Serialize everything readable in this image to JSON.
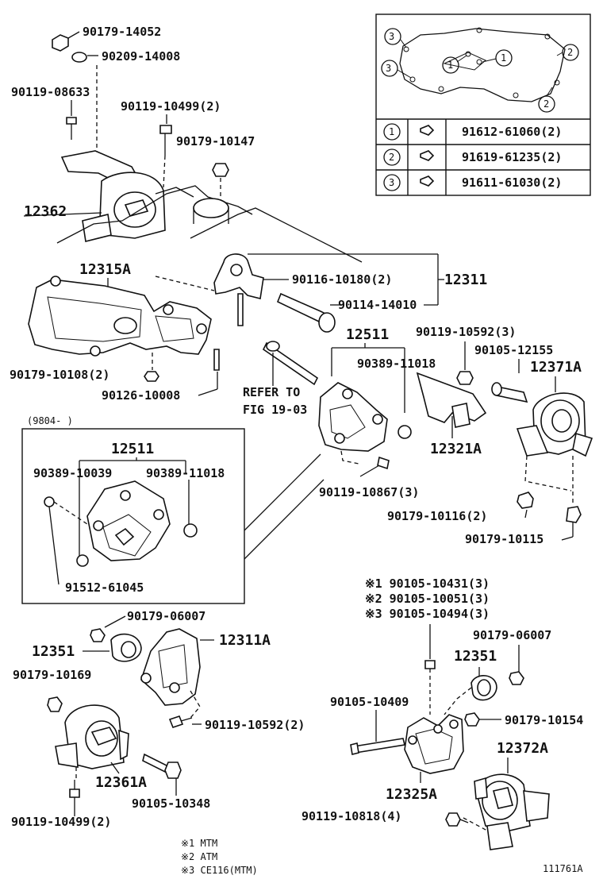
{
  "diagram": {
    "labels": {
      "p_90179_14052": "90179-14052",
      "p_90209_14008": "90209-14008",
      "p_90119_08633": "90119-08633",
      "p_90119_10499_a": "90119-10499(2)",
      "p_90179_10147": "90179-10147",
      "p_12362": "12362",
      "p_12315A": "12315A",
      "p_90116_10180": "90116-10180(2)",
      "p_12311": "12311",
      "p_90114_14010": "90114-14010",
      "p_12511_a": "12511",
      "p_90119_10592_a": "90119-10592(3)",
      "p_90105_12155": "90105-12155",
      "p_12371A": "12371A",
      "p_90389_11018_a": "90389-11018",
      "p_90179_10108": "90179-10108(2)",
      "p_90126_10008": "90126-10008",
      "p_refer1": "REFER TO",
      "p_refer2": "FIG 19-03",
      "p_12321A": "12321A",
      "p_90119_10867": "90119-10867(3)",
      "p_90179_10116": "90179-10116(2)",
      "p_90179_10115": "90179-10115",
      "p_9804": "(9804-      )",
      "p_12511_b": "12511",
      "p_90389_10039": "90389-10039",
      "p_90389_11018_b": "90389-11018",
      "p_91512_61045": "91512-61045",
      "p_90179_06007_a": "90179-06007",
      "p_12351_a": "12351",
      "p_12311A": "12311A",
      "p_90179_10169": "90179-10169",
      "p_90119_10592_b": "90119-10592(2)",
      "p_12361A": "12361A",
      "p_90105_10348": "90105-10348",
      "p_90119_10499_b": "90119-10499(2)",
      "p_ref1": "※1 90105-10431(3)",
      "p_ref2": "※2 90105-10051(3)",
      "p_ref3": "※3 90105-10494(3)",
      "p_90179_06007_b": "90179-06007",
      "p_12351_b": "12351",
      "p_90105_10409": "90105-10409",
      "p_90179_10154": "90179-10154",
      "p_12372A": "12372A",
      "p_12325A": "12325A",
      "p_90119_10818": "90119-10818(4)",
      "p_note1": "※1  MTM",
      "p_note2": "※2  ATM",
      "p_note3": "※3  CE116(MTM)",
      "p_code": "111761A"
    },
    "inset_table": {
      "rows": [
        {
          "num": "1",
          "part": "91612-61060(2)"
        },
        {
          "num": "2",
          "part": "91619-61235(2)"
        },
        {
          "num": "3",
          "part": "91611-61030(2)"
        }
      ],
      "callouts": [
        "3",
        "1",
        "1",
        "3",
        "2",
        "2"
      ]
    }
  }
}
